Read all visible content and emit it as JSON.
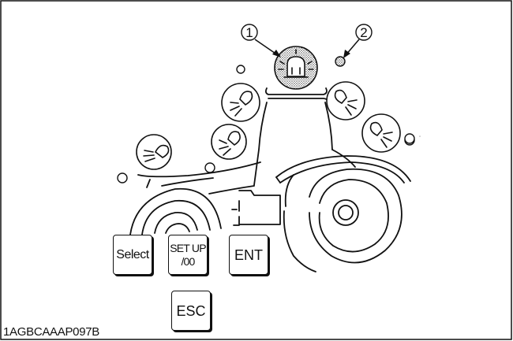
{
  "callouts": [
    {
      "number": "1",
      "target": "beacon lamp (rotating warning light)"
    },
    {
      "number": "2",
      "target": "beacon lamp indicator"
    }
  ],
  "buttons": {
    "select": "Select",
    "setup_line1": "SET UP",
    "setup_line2": "/00",
    "ent": "ENT",
    "esc": "ESC"
  },
  "figure_id": "1AGBCAAAP097B",
  "icons": [
    "beacon-lamp-icon",
    "work-light-icon",
    "indicator-lamp-icon",
    "tractor-outline"
  ]
}
